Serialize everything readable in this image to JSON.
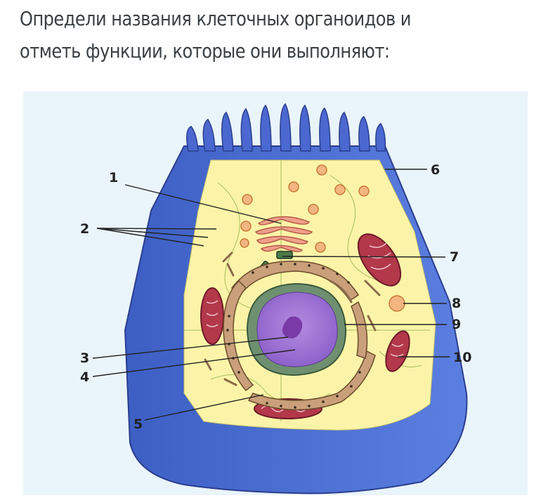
{
  "question": {
    "line1": "Определи названия клеточных органоидов и",
    "line2": "отметь функции, которые они выполняют:"
  },
  "diagram": {
    "labels": [
      "1",
      "2",
      "3",
      "4",
      "5",
      "6",
      "7",
      "8",
      "9",
      "10"
    ]
  }
}
